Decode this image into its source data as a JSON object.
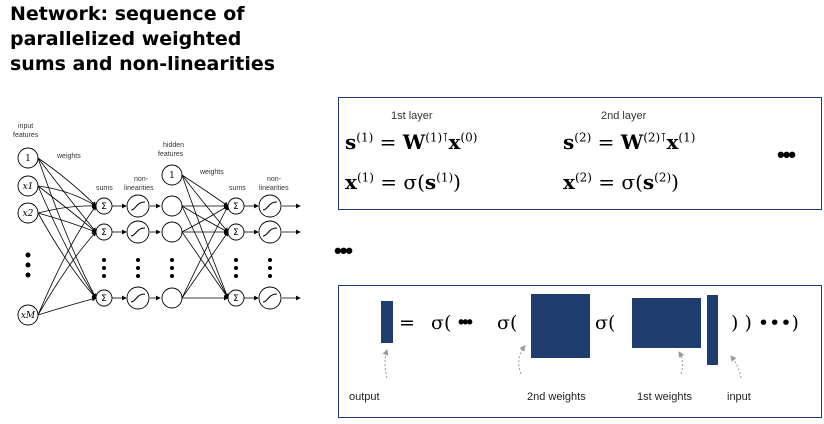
{
  "title_lines": [
    "Network: sequence of",
    "parallelized weighted",
    "sums and non-linearities"
  ],
  "diagram": {
    "input_features": "input\nfeatures",
    "weights_1": "weights",
    "sums_1": "sums",
    "nonlin_1": "non-\nlinearities",
    "hidden_features": "hidden\nfeatures",
    "weights_2": "weights",
    "sums_2": "sums",
    "nonlin_2": "non-\nlinearities",
    "input_nodes": [
      "1",
      "x1",
      "x2",
      "xM"
    ],
    "hidden_bias": "1",
    "sum_symbol": "Σ"
  },
  "layers": {
    "layer1_label": "1st layer",
    "layer2_label": "2nd layer",
    "s1_lhs": "s",
    "s1_sup": "(1)",
    "s1_rhs_W": "W",
    "s1_rhs_Wsup": "(1)⊺",
    "s1_rhs_x": "x",
    "s1_rhs_xsup": "(0)",
    "x1_lhs": "x",
    "x1_sup": "(1)",
    "x1_rhs": "= σ(",
    "x1_rhs_s": "s",
    "x1_rhs_ssup": "(1)",
    "s2_lhs": "s",
    "s2_sup": "(2)",
    "s2_rhs_W": "W",
    "s2_rhs_Wsup": "(2)⊺",
    "s2_rhs_x": "x",
    "s2_rhs_xsup": "(1)",
    "x2_lhs": "x",
    "x2_sup": "(2)",
    "x2_rhs": "= σ(",
    "x2_rhs_s": "s",
    "x2_rhs_ssup": "(2)",
    "ellipsis": "•••"
  },
  "middle_ellipsis": "•••",
  "matrix_eq": {
    "equals": "=",
    "sigma_open_1": "σ(",
    "ellipsis_1": "•••",
    "sigma_open_2": "σ(",
    "sigma_open_3": "σ(",
    "closing": ") ) •••)",
    "labels": {
      "output": "output",
      "weights2": "2nd weights",
      "weights1": "1st weights",
      "input": "input"
    }
  },
  "colors": {
    "matrix": "#1f3d6e",
    "box_border": "#1f3a7a"
  }
}
